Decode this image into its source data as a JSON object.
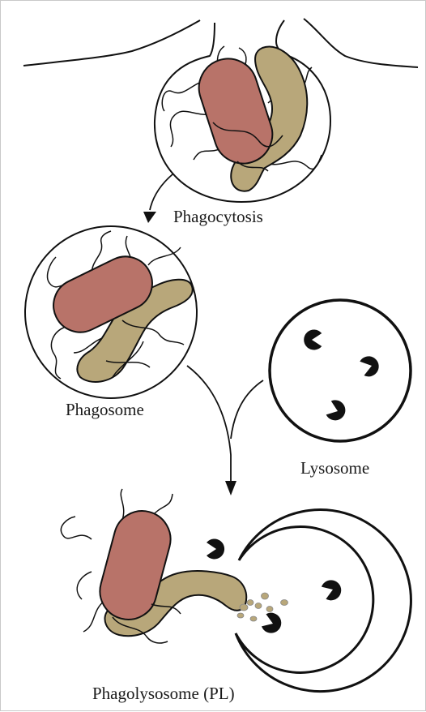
{
  "labels": {
    "phagocytosis": "Phagocytosis",
    "phagosome": "Phagosome",
    "lysosome": "Lysosome",
    "phagolysosome": "Phagolysosome (PL)"
  },
  "colors": {
    "rod_bacterium": "#b87369",
    "curved_bacterium": "#b8a77a",
    "outline": "#111111",
    "background": "#ffffff",
    "frame_border": "#c9c9c9"
  },
  "icons": {
    "enzyme": "pacman-shaped-enzyme-icon",
    "debris": "digested-particle-icon"
  }
}
